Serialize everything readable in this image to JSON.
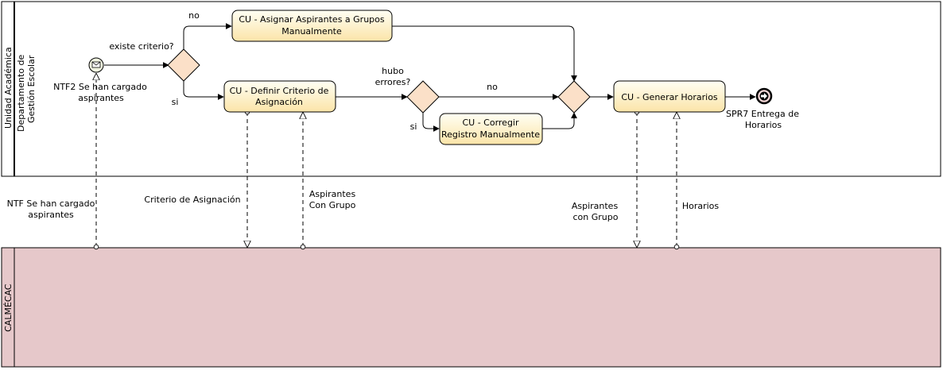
{
  "colors": {
    "task_fill_top": "#fffff0",
    "task_fill_bottom": "#fbe6b0",
    "gateway_fill": "#fbe0c8",
    "pool_bottom_fill": "#e6c8ca",
    "line": "#000000"
  },
  "pool_top": {
    "lane_label_line1": "Unidad Académica",
    "lane_label_line2": "Departamento de",
    "lane_label_line3": "Gestión Escolar"
  },
  "pool_bottom": {
    "label": "CALMÉCAC"
  },
  "events": {
    "start": {
      "icon": "envelope-icon",
      "label_line1": "NTF2 Se han cargado",
      "label_line2": "aspirantes"
    },
    "end": {
      "icon": "arrow-right-icon",
      "label_line1": "SPR7 Entrega de",
      "label_line2": "Horarios"
    }
  },
  "tasks": {
    "asignar": {
      "line1": "CU - Asignar Aspirantes a Grupos",
      "line2": "Manualmente"
    },
    "definir": {
      "line1": "CU - Definir Criterio de",
      "line2": "Asignación"
    },
    "corregir": {
      "line1": "CU - Corregir",
      "line2": "Registro Manualmente"
    },
    "generar": {
      "line1": "CU - Generar Horarios"
    }
  },
  "gateways": {
    "criterio": {
      "question": "existe criterio?",
      "yes": "si",
      "no": "no"
    },
    "errores": {
      "question_line1": "hubo",
      "question_line2": "errores?",
      "yes": "si",
      "no": "no"
    }
  },
  "message_flows": {
    "ntf": {
      "line1": "NTF Se han cargado",
      "line2": "aspirantes"
    },
    "criterio": {
      "line1": "Criterio de Asignación"
    },
    "aspirantes_con_grupo_1": {
      "line1": "Aspirantes",
      "line2": "Con Grupo"
    },
    "aspirantes_con_grupo_2": {
      "line1": "Aspirantes",
      "line2": "con Grupo"
    },
    "horarios": {
      "line1": "Horarios"
    }
  }
}
